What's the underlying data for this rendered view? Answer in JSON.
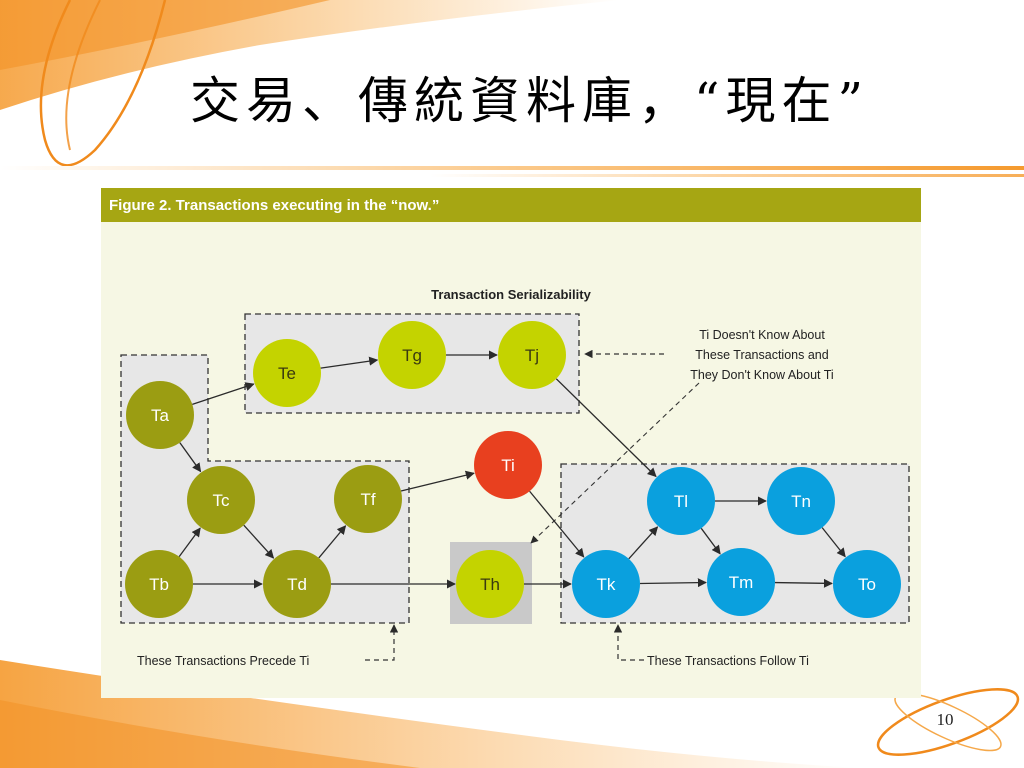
{
  "slide": {
    "title": "交易、傳統資料庫，“現在”",
    "page_number": "10"
  },
  "figure": {
    "header": "Figure 2. Transactions executing in the “now.”",
    "section_title": "Transaction Serializability",
    "annotation_top": [
      "Ti Doesn't Know About",
      "These Transactions and",
      "They Don't Know About Ti"
    ],
    "annotation_precede": "These Transactions Precede Ti",
    "annotation_follow": "These Transactions Follow Ti"
  },
  "colors": {
    "olive": "#9b9d12",
    "lime": "#c4d300",
    "red": "#e8401f",
    "blue": "#0aa0de",
    "header": "#a6a613",
    "panel": "#f6f7e4",
    "group_fill": "#e7e7e7"
  },
  "nodes": [
    {
      "id": "Ta",
      "label": "Ta",
      "color": "olive"
    },
    {
      "id": "Tb",
      "label": "Tb",
      "color": "olive"
    },
    {
      "id": "Tc",
      "label": "Tc",
      "color": "olive"
    },
    {
      "id": "Td",
      "label": "Td",
      "color": "olive"
    },
    {
      "id": "Tf",
      "label": "Tf",
      "color": "olive"
    },
    {
      "id": "Te",
      "label": "Te",
      "color": "lime"
    },
    {
      "id": "Tg",
      "label": "Tg",
      "color": "lime"
    },
    {
      "id": "Tj",
      "label": "Tj",
      "color": "lime"
    },
    {
      "id": "Th",
      "label": "Th",
      "color": "lime"
    },
    {
      "id": "Ti",
      "label": "Ti",
      "color": "red"
    },
    {
      "id": "Tk",
      "label": "Tk",
      "color": "blue"
    },
    {
      "id": "Tl",
      "label": "Tl",
      "color": "blue"
    },
    {
      "id": "Tm",
      "label": "Tm",
      "color": "blue"
    },
    {
      "id": "Tn",
      "label": "Tn",
      "color": "blue"
    },
    {
      "id": "To",
      "label": "To",
      "color": "blue"
    }
  ],
  "edges": [
    [
      "Ta",
      "Te"
    ],
    [
      "Ta",
      "Tc"
    ],
    [
      "Te",
      "Tg"
    ],
    [
      "Tg",
      "Tj"
    ],
    [
      "Tj",
      "Tl"
    ],
    [
      "Tb",
      "Tc"
    ],
    [
      "Tb",
      "Td"
    ],
    [
      "Tc",
      "Td"
    ],
    [
      "Td",
      "Tf"
    ],
    [
      "Tf",
      "Ti"
    ],
    [
      "Td",
      "Th"
    ],
    [
      "Ti",
      "Tk"
    ],
    [
      "Th",
      "Tk"
    ],
    [
      "Tk",
      "Tl"
    ],
    [
      "Tk",
      "Tm"
    ],
    [
      "Tl",
      "Tn"
    ],
    [
      "Tl",
      "Tm"
    ],
    [
      "Tn",
      "To"
    ],
    [
      "Tm",
      "To"
    ]
  ]
}
